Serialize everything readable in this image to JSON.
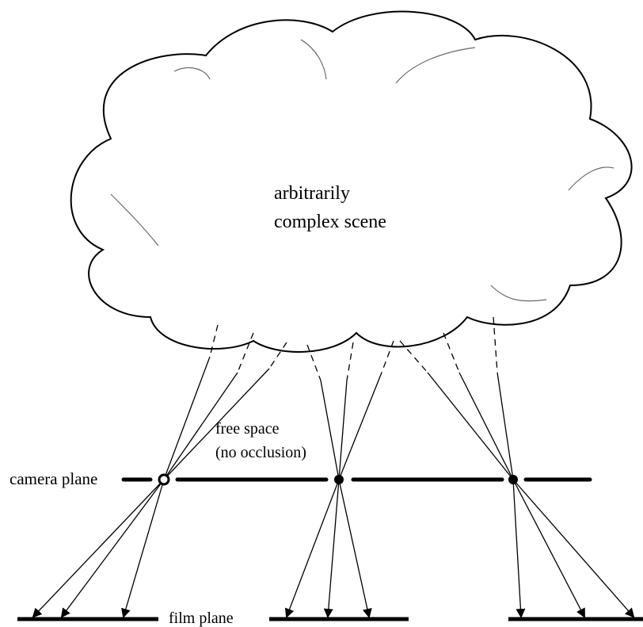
{
  "scene": {
    "label_line1": "arbitrarily",
    "label_line2": "complex scene"
  },
  "free_space": {
    "line1": "free space",
    "line2": "(no occlusion)"
  },
  "camera_plane": {
    "label": "camera plane"
  },
  "film_plane": {
    "label": "film plane"
  },
  "colors": {
    "ink": "#000000",
    "faint_ink": "#6a6a6a",
    "background": "#ffffff"
  }
}
